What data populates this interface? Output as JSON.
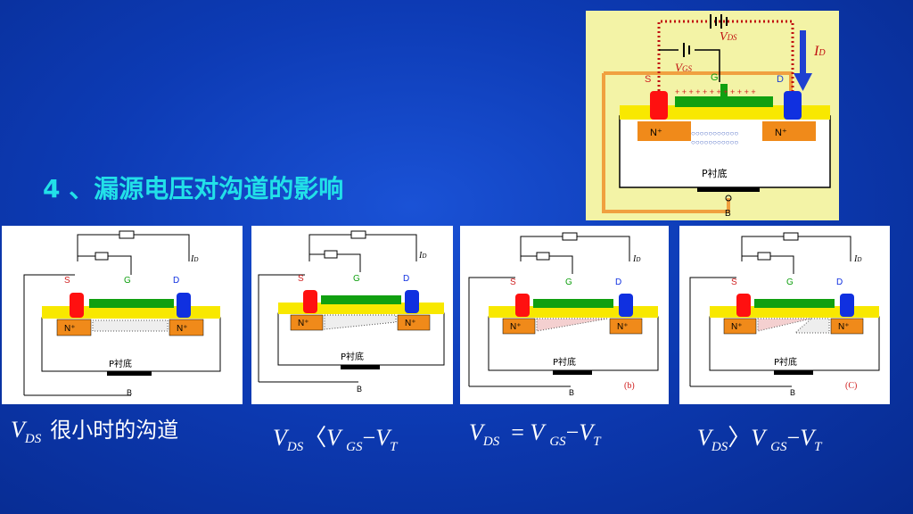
{
  "heading": "4 、漏源电压对沟道的影响",
  "labels": {
    "source": "S",
    "gate": "G",
    "drain": "D",
    "body_terminal": "B",
    "n_plus": "N⁺",
    "substrate": "P衬底",
    "id": "I",
    "id_sub": "D",
    "vgs": "V",
    "vgs_sub": "GS",
    "vds": "V",
    "vds_sub": "DS"
  },
  "panels": [
    {
      "name": "vds-small",
      "tag": ""
    },
    {
      "name": "vds-less",
      "tag": ""
    },
    {
      "name": "vds-equal",
      "tag": "(b)"
    },
    {
      "name": "vds-greater",
      "tag": "(C)"
    }
  ],
  "captions": [
    {
      "v": "V",
      "sub1": "DS",
      "text": "很小时的沟道"
    },
    {
      "v1": "V",
      "sub1": "DS",
      "op": "〈",
      "v2": "V",
      "sub2": "GS",
      "minus": "−",
      "v3": "V",
      "sub3": "T"
    },
    {
      "v1": "V",
      "sub1": "DS",
      "op": "=",
      "v2": "V",
      "sub2": "GS",
      "minus": "−",
      "v3": "V",
      "sub3": "T"
    },
    {
      "v1": "V",
      "sub1": "DS",
      "op": "〉",
      "v2": "V",
      "sub2": "GS",
      "minus": "−",
      "v3": "V",
      "sub3": "T"
    }
  ],
  "colors": {
    "source": "#ff1010",
    "drain": "#1030e0",
    "gate": "#10a010",
    "oxide": "#f8e800",
    "nplus": "#f08a1a",
    "heading": "#22e0e8"
  }
}
